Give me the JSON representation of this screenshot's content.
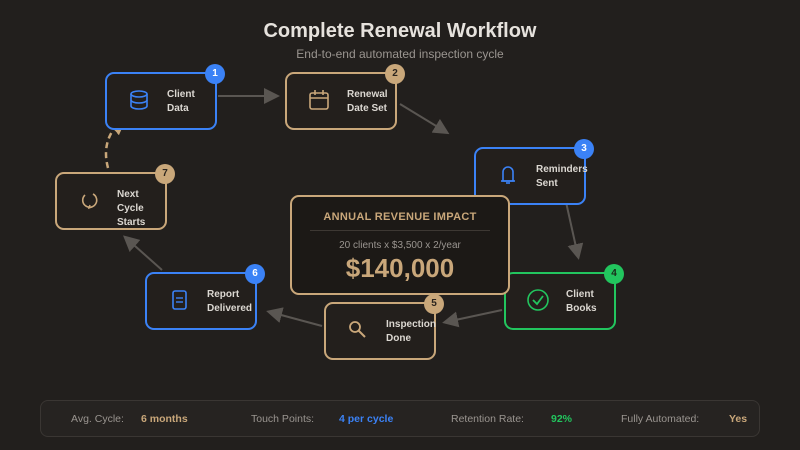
{
  "header": {
    "title": "Complete Renewal Workflow",
    "subtitle": "End-to-end automated inspection cycle"
  },
  "steps": [
    {
      "number": "1",
      "label": "Client\nData",
      "icon": "database-icon",
      "color": "#3b82f6"
    },
    {
      "number": "2",
      "label": "Renewal\nDate Set",
      "icon": "calendar-icon",
      "color": "#c9a77a"
    },
    {
      "number": "3",
      "label": "Reminders\nSent",
      "icon": "bell-icon",
      "color": "#3b82f6"
    },
    {
      "number": "4",
      "label": "Client\nBooks",
      "icon": "check-circle-icon",
      "color": "#22c55e"
    },
    {
      "number": "5",
      "label": "Inspection\nDone",
      "icon": "magnifier-icon",
      "color": "#c9a77a"
    },
    {
      "number": "6",
      "label": "Report\nDelivered",
      "icon": "document-icon",
      "color": "#3b82f6"
    },
    {
      "number": "7",
      "label": "Next Cycle\nStarts",
      "icon": "refresh-icon",
      "color": "#c9a77a"
    }
  ],
  "impact": {
    "heading": "ANNUAL REVENUE IMPACT",
    "calculation": "20 clients x $3,500 x 2/year",
    "amount": "$140,000"
  },
  "stats": [
    {
      "label": "Avg. Cycle:",
      "value": "6 months",
      "color": "#c9a77a"
    },
    {
      "label": "Touch Points:",
      "value": "4 per cycle",
      "color": "#3b82f6"
    },
    {
      "label": "Retention Rate:",
      "value": "92%",
      "color": "#22c55e"
    },
    {
      "label": "Fully Automated:",
      "value": "Yes",
      "color": "#c9a77a"
    }
  ]
}
